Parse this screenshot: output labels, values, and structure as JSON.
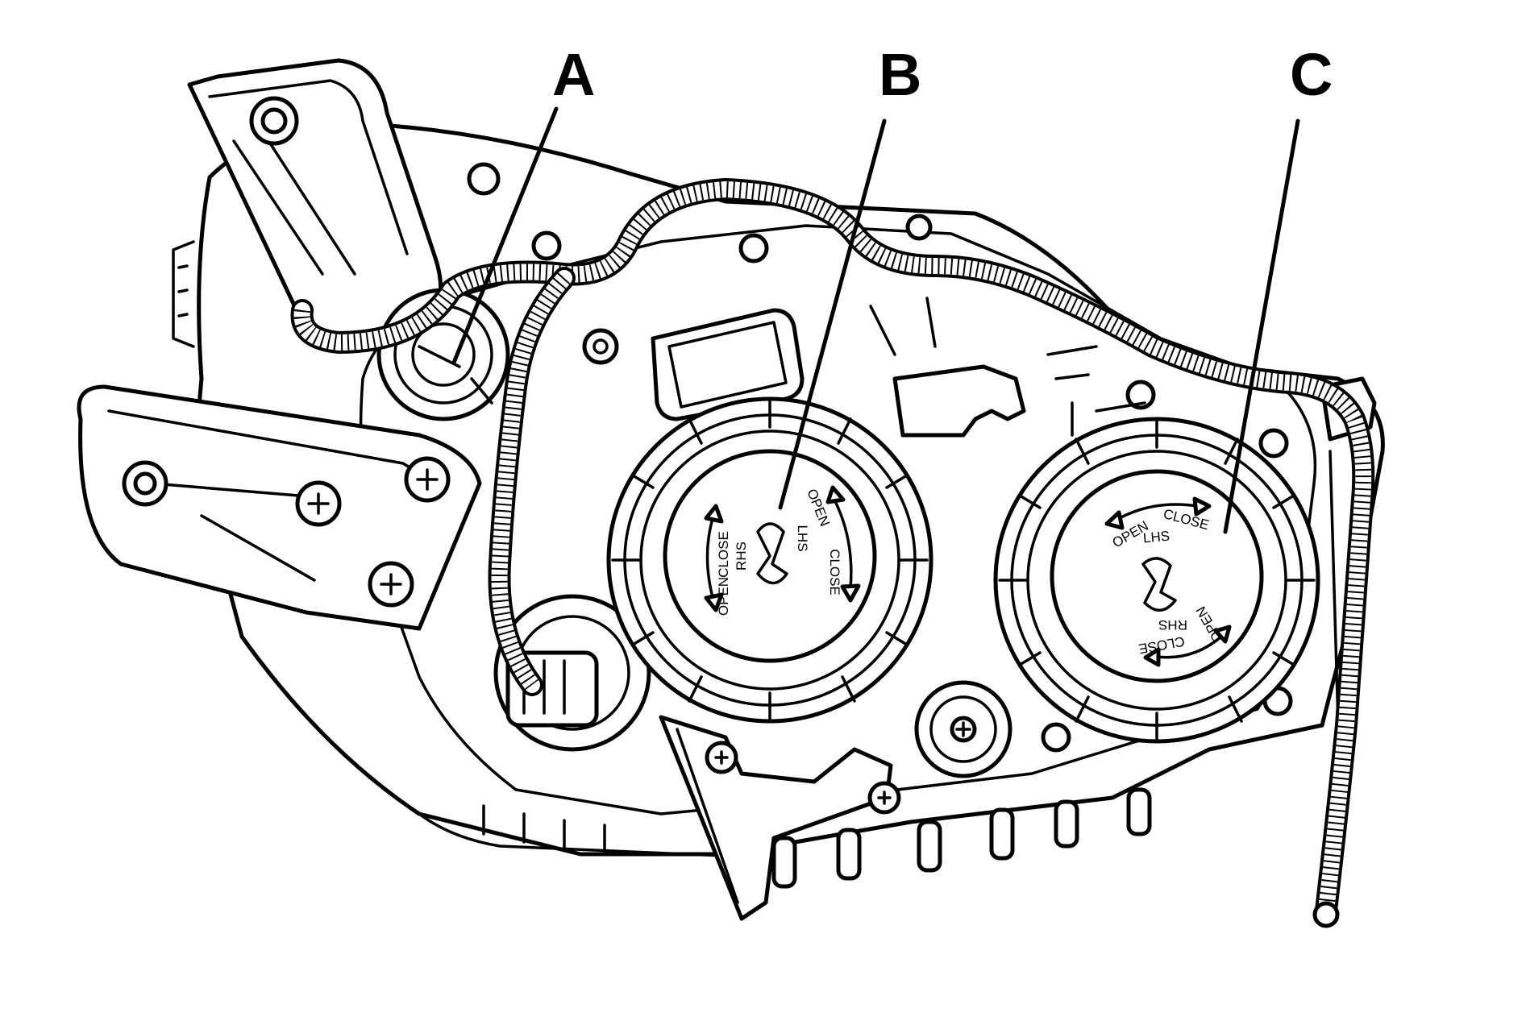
{
  "callouts": {
    "a": "A",
    "b": "B",
    "c": "C"
  },
  "cap_b": {
    "close_left": "CLOSE",
    "rhs": "RHS",
    "open_left": "OPEN",
    "open_right": "OPEN",
    "lhs": "LHS",
    "close_right": "CLOSE"
  },
  "cap_c": {
    "open_top": "OPEN",
    "close_top": "CLOSE",
    "lhs": "LHS",
    "open_bottom": "OPEN",
    "rhs": "RHS",
    "close_bottom": "CLOSE"
  }
}
